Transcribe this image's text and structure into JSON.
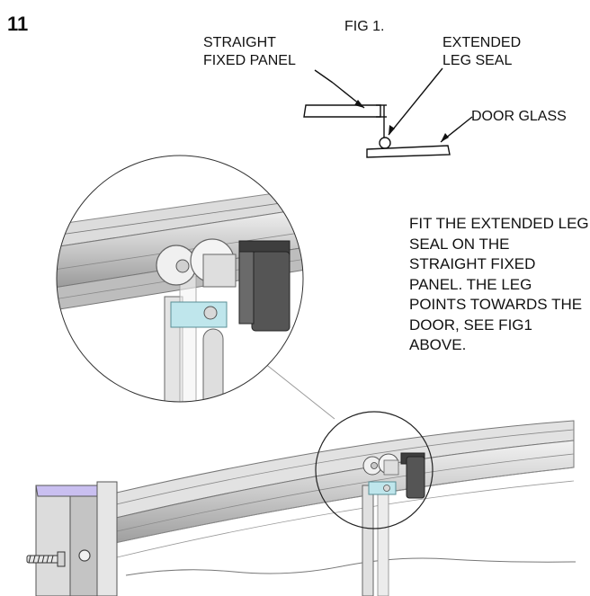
{
  "step_number": "11",
  "figure": {
    "title": "FIG 1.",
    "label_straight_panel": "STRAIGHT\nFIXED PANEL",
    "label_extended_seal": "EXTENDED\nLEG SEAL",
    "label_door_glass": "DOOR GLASS"
  },
  "instruction": "FIT THE EXTENDED LEG SEAL ON THE STRAIGHT FIXED PANEL. THE LEG POINTS TOWARDS THE DOOR, SEE FIG1 ABOVE."
}
